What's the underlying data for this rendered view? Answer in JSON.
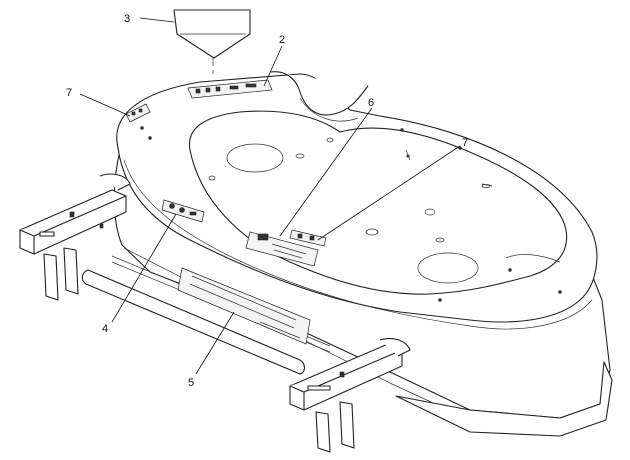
{
  "callouts": {
    "c1": "3",
    "c2": "2",
    "c3": "7",
    "c4": "6",
    "c5": "7",
    "c6": "4",
    "c7": "5"
  },
  "colors": {
    "line": "#222222",
    "background": "#ffffff"
  },
  "icons": [
    "decal-triangle-icon",
    "decal-strip-icon",
    "decal-plate-icon",
    "brand-plate-icon"
  ]
}
